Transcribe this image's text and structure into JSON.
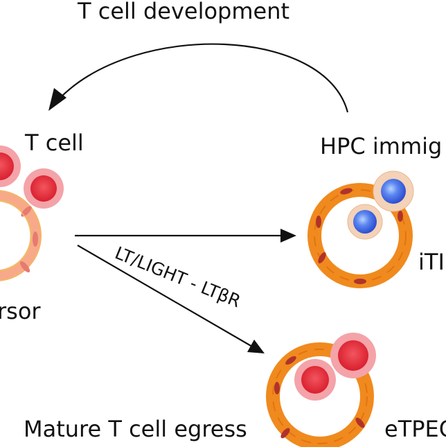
{
  "labels": {
    "development": "T cell development",
    "t_cell": "T cell",
    "hpc": "HPC immig",
    "precursor_fragment": "rsor",
    "itp_fragment": "iTI",
    "pathway": "LT/LIGHT - LTβR",
    "mature": "Mature T cell egress",
    "etp_fragment": "eTPEC"
  },
  "colors": {
    "arrow": "#111111",
    "vessel_orange": "#f08a1e",
    "vessel_dark": "#b0332a",
    "pink_vessel": "#f7a98a",
    "pink_vessel_stroke": "#f5b36a",
    "red_cell": "#e8333f",
    "red_cell_halo": "#f4a3a8",
    "blue_cell": "#3b63e0",
    "blue_cell_halo": "#f3d2b8"
  },
  "icons": [
    "curved-arrow",
    "straight-arrow",
    "diagonal-arrow",
    "vessel-ring",
    "red-cell",
    "blue-cell"
  ]
}
